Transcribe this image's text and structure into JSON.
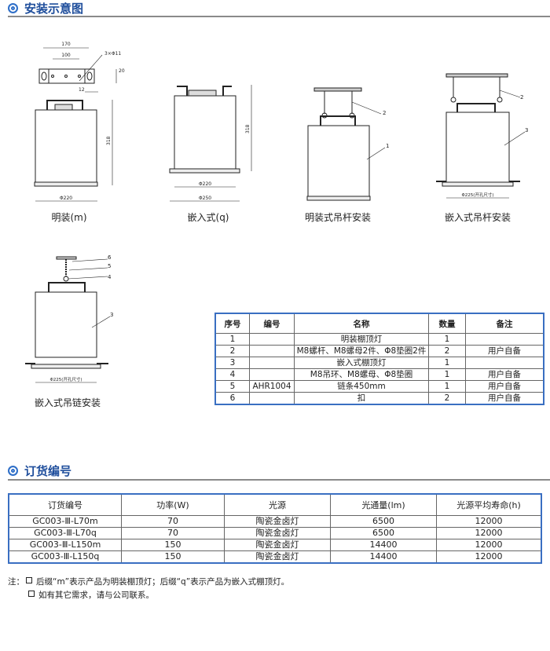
{
  "sections": {
    "install": "安装示意图",
    "order": "订货编号"
  },
  "drawings": {
    "surface": {
      "caption": "明装(m)",
      "dim_170": "170",
      "dim_100": "100",
      "holes": "3×Φ11",
      "dim_20": "20",
      "dim_12": "12",
      "height": "318",
      "diameter": "Φ220"
    },
    "recessed": {
      "caption": "嵌入式(q)",
      "height": "318",
      "inner": "Φ220",
      "outer": "Φ250"
    },
    "surface_rod": {
      "caption": "明装式吊杆安装",
      "callouts": [
        "2",
        "1"
      ]
    },
    "recessed_rod": {
      "caption": "嵌入式吊杆安装",
      "callouts": [
        "2",
        "3"
      ],
      "cutout": "Φ225(开孔尺寸)"
    },
    "recessed_chain": {
      "caption": "嵌入式吊链安装",
      "callouts": [
        "6",
        "5",
        "4",
        "3"
      ],
      "cutout": "Φ225(开孔尺寸)"
    }
  },
  "parts_table": {
    "headers": [
      "序号",
      "编号",
      "名称",
      "数量",
      "备注"
    ],
    "rows": [
      [
        "1",
        "",
        "明装棚顶灯",
        "1",
        ""
      ],
      [
        "2",
        "",
        "M8螺杆、M8螺母2件、Φ8垫圈2件",
        "2",
        "用户自备"
      ],
      [
        "3",
        "",
        "嵌入式棚顶灯",
        "1",
        ""
      ],
      [
        "4",
        "",
        "M8吊环、M8螺母、Φ8垫圈",
        "1",
        "用户自备"
      ],
      [
        "5",
        "AHR1004",
        "链条450mm",
        "1",
        "用户自备"
      ],
      [
        "6",
        "",
        "扣",
        "2",
        "用户自备"
      ]
    ]
  },
  "order_table": {
    "headers": [
      "订货编号",
      "功率(W)",
      "光源",
      "光通量(lm)",
      "光源平均寿命(h)"
    ],
    "rows": [
      [
        "GC003-Ⅲ-L70m",
        "70",
        "陶瓷金卤灯",
        "6500",
        "12000"
      ],
      [
        "GC003-Ⅲ-L70q",
        "70",
        "陶瓷金卤灯",
        "6500",
        "12000"
      ],
      [
        "GC003-Ⅲ-L150m",
        "150",
        "陶瓷金卤灯",
        "14400",
        "12000"
      ],
      [
        "GC003-Ⅲ-L150q",
        "150",
        "陶瓷金卤灯",
        "14400",
        "12000"
      ]
    ]
  },
  "notes": {
    "prefix": "注：",
    "items": [
      "后缀“m”表示产品为明装棚顶灯；后缀“q”表示产品为嵌入式棚顶灯。",
      "如有其它需求，请与公司联系。"
    ]
  },
  "colors": {
    "accent": "#1f4e9c",
    "table_border": "#3a6fc2"
  }
}
